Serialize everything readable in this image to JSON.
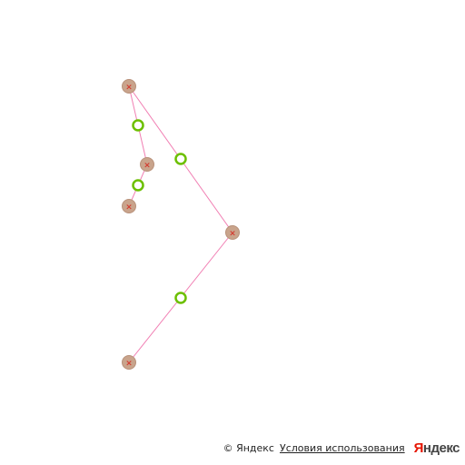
{
  "map": {
    "colors": {
      "route_line": "#f17fb3",
      "waypoint_fill": "#c9a48c",
      "waypoint_cross": "#d33a2f",
      "midpoint_stroke": "#6cbf00",
      "midpoint_fill": "#ffffff"
    },
    "waypoints_count": 5,
    "midpoints_count": 4
  },
  "attribution": {
    "copyright": "© Яндекс",
    "terms": "Условия использования",
    "logo_first_letter": "Я",
    "logo_rest": "ндекс"
  }
}
